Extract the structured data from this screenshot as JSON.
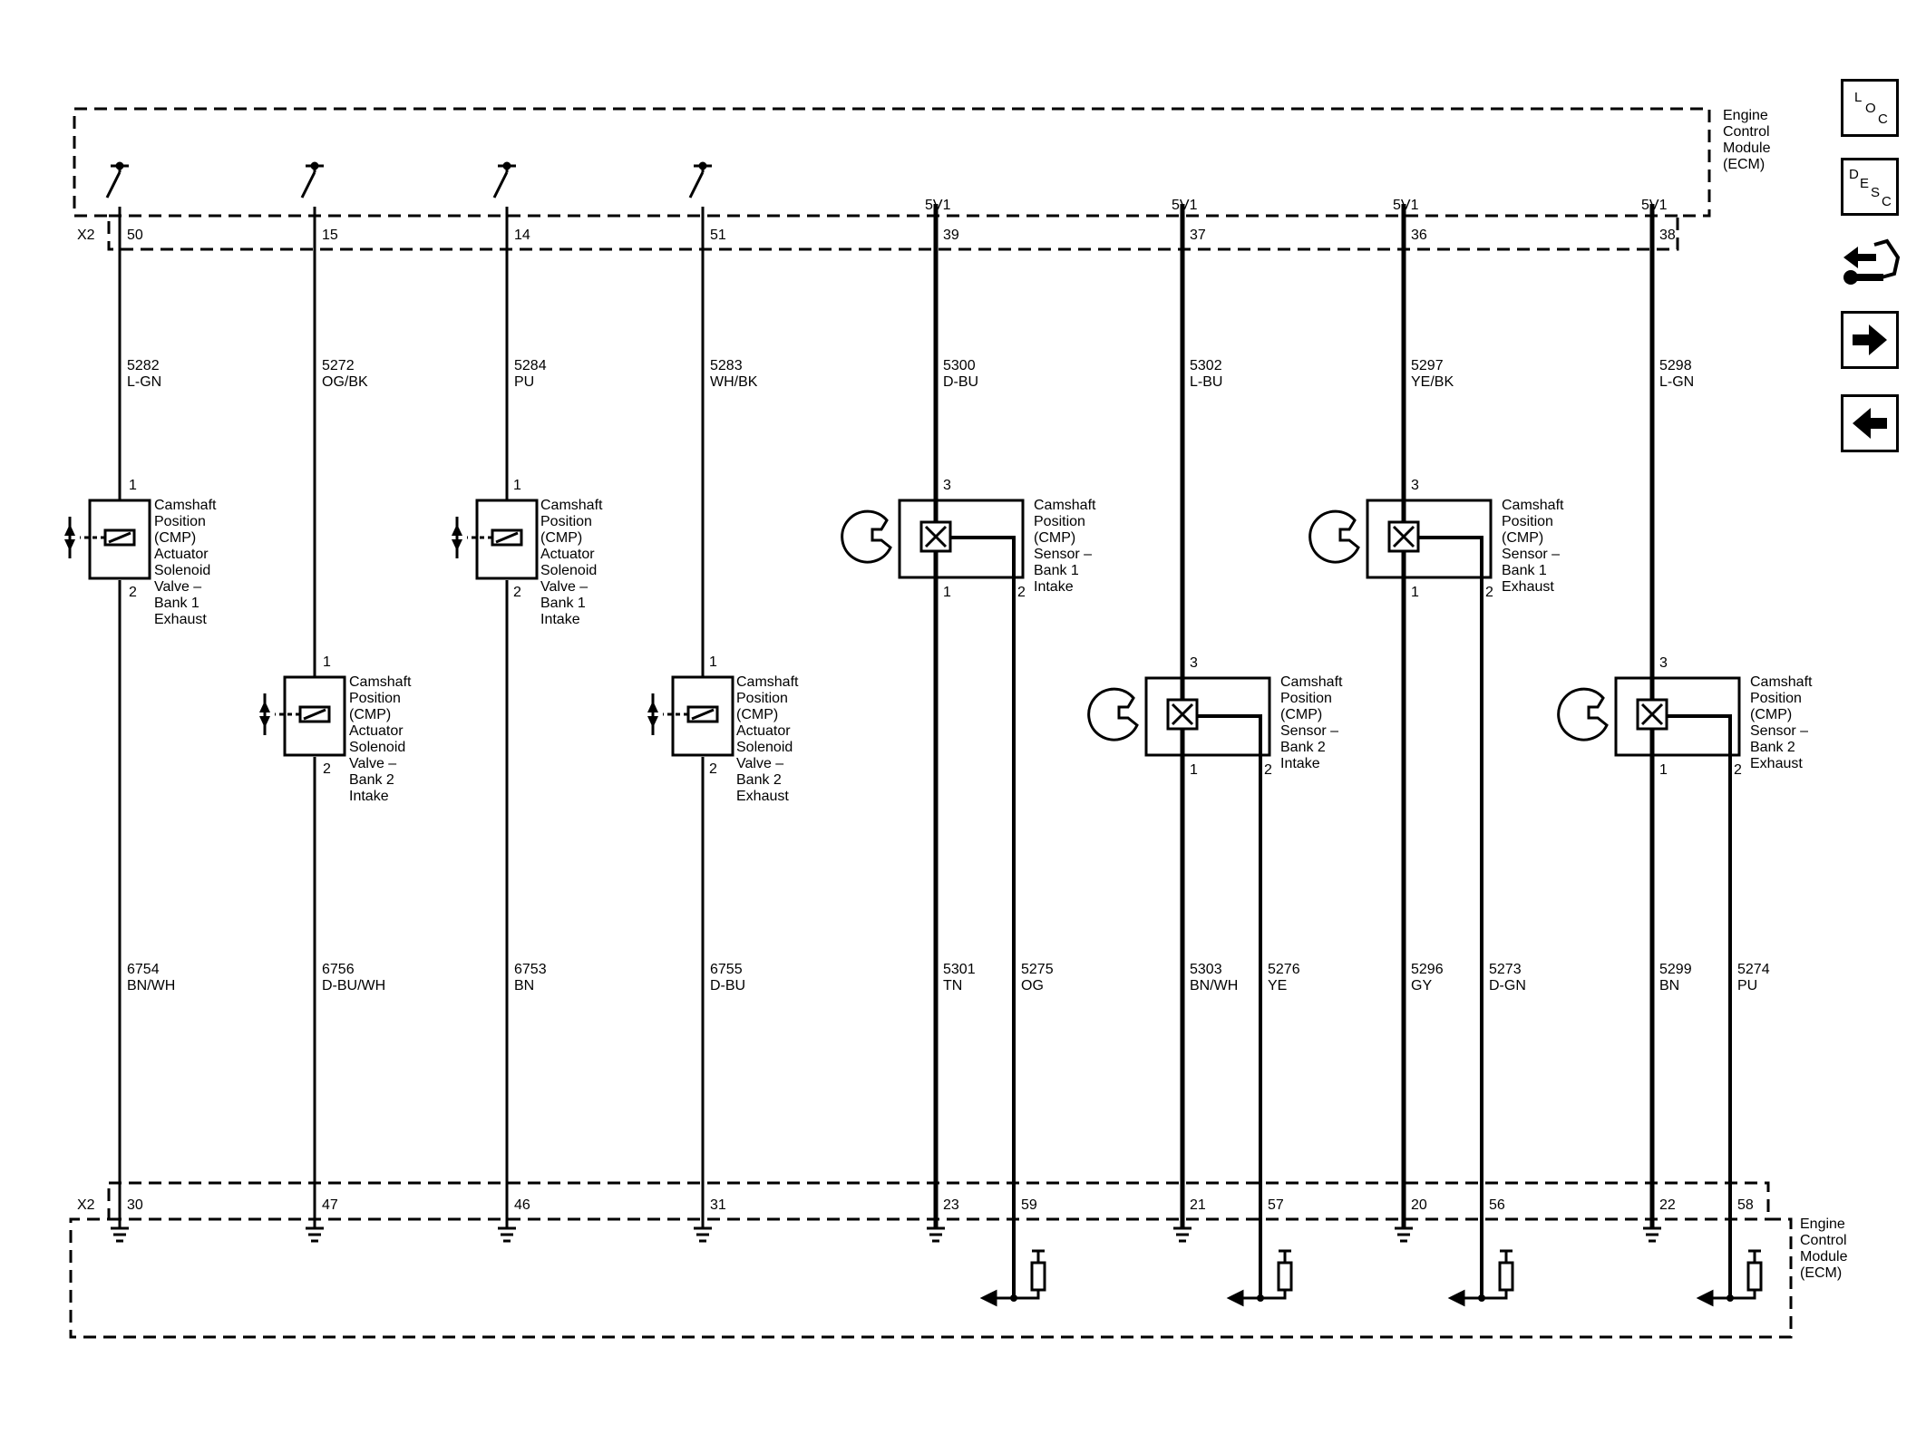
{
  "module": {
    "name_lines": [
      "Engine",
      "Control",
      "Module",
      "(ECM)"
    ],
    "connector": "X2"
  },
  "upper_pins": [
    "50",
    "15",
    "14",
    "51",
    "39",
    "37",
    "36",
    "38"
  ],
  "supply_label": "5V1",
  "lower_pins": [
    "30",
    "47",
    "46",
    "31",
    "23",
    "59",
    "21",
    "57",
    "20",
    "56",
    "22",
    "58"
  ],
  "upper_wires": [
    {
      "circuit": "5282",
      "color": "L-GN"
    },
    {
      "circuit": "5272",
      "color": "OG/BK"
    },
    {
      "circuit": "5284",
      "color": "PU"
    },
    {
      "circuit": "5283",
      "color": "WH/BK"
    },
    {
      "circuit": "5300",
      "color": "D-BU"
    },
    {
      "circuit": "5302",
      "color": "L-BU"
    },
    {
      "circuit": "5297",
      "color": "YE/BK"
    },
    {
      "circuit": "5298",
      "color": "L-GN"
    }
  ],
  "lower_wires": [
    {
      "circuit": "6754",
      "color": "BN/WH"
    },
    {
      "circuit": "6756",
      "color": "D-BU/WH"
    },
    {
      "circuit": "6753",
      "color": "BN"
    },
    {
      "circuit": "6755",
      "color": "D-BU"
    },
    {
      "circuit": "5301",
      "color": "TN"
    },
    {
      "circuit": "5275",
      "color": "OG"
    },
    {
      "circuit": "5303",
      "color": "BN/WH"
    },
    {
      "circuit": "5276",
      "color": "YE"
    },
    {
      "circuit": "5296",
      "color": "GY"
    },
    {
      "circuit": "5273",
      "color": "D-GN"
    },
    {
      "circuit": "5299",
      "color": "BN"
    },
    {
      "circuit": "5274",
      "color": "PU"
    }
  ],
  "components": {
    "valve_b1_exh": {
      "lines": [
        "Camshaft",
        "Position",
        "(CMP)",
        "Actuator",
        "Solenoid",
        "Valve –",
        "Bank 1",
        "Exhaust"
      ],
      "pin_top": "1",
      "pin_bottom": "2"
    },
    "valve_b2_int": {
      "lines": [
        "Camshaft",
        "Position",
        "(CMP)",
        "Actuator",
        "Solenoid",
        "Valve –",
        "Bank 2",
        "Intake"
      ],
      "pin_top": "1",
      "pin_bottom": "2"
    },
    "valve_b1_int": {
      "lines": [
        "Camshaft",
        "Position",
        "(CMP)",
        "Actuator",
        "Solenoid",
        "Valve –",
        "Bank 1",
        "Intake"
      ],
      "pin_top": "1",
      "pin_bottom": "2"
    },
    "valve_b2_exh": {
      "lines": [
        "Camshaft",
        "Position",
        "(CMP)",
        "Actuator",
        "Solenoid",
        "Valve –",
        "Bank 2",
        "Exhaust"
      ],
      "pin_top": "1",
      "pin_bottom": "2"
    },
    "sensor_b1_int": {
      "lines": [
        "Camshaft",
        "Position",
        "(CMP)",
        "Sensor –",
        "Bank 1",
        "Intake"
      ],
      "pin_top": "3",
      "pin_left": "1",
      "pin_right": "2"
    },
    "sensor_b2_int": {
      "lines": [
        "Camshaft",
        "Position",
        "(CMP)",
        "Sensor –",
        "Bank 2",
        "Intake"
      ],
      "pin_top": "3",
      "pin_left": "1",
      "pin_right": "2"
    },
    "sensor_b1_exh": {
      "lines": [
        "Camshaft",
        "Position",
        "(CMP)",
        "Sensor –",
        "Bank 1",
        "Exhaust"
      ],
      "pin_top": "3",
      "pin_left": "1",
      "pin_right": "2"
    },
    "sensor_b2_exh": {
      "lines": [
        "Camshaft",
        "Position",
        "(CMP)",
        "Sensor –",
        "Bank 2",
        "Exhaust"
      ],
      "pin_top": "3",
      "pin_left": "1",
      "pin_right": "2"
    }
  },
  "nav": {
    "loc": {
      "l": "L",
      "o": "O",
      "c": "C"
    },
    "desc": {
      "d": "D",
      "e": "E",
      "s": "S",
      "c": "C"
    },
    "icons": [
      "loc-icon",
      "desc-icon",
      "connector-end-view-icon",
      "next-arrow-icon",
      "previous-arrow-icon"
    ]
  }
}
